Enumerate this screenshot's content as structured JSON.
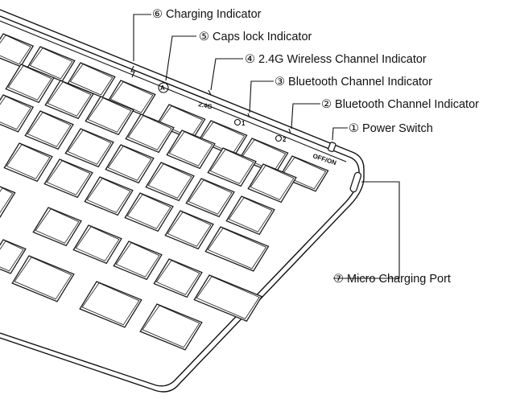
{
  "callouts": {
    "c6": "⑥ Charging Indicator",
    "c5": "⑤ Caps lock Indicator",
    "c4": "④ 2.4G Wireless Channel Indicator",
    "c3": "③ Bluetooth Channel Indicator",
    "c2": "② Bluetooth Channel Indicator",
    "c1": "① Power Switch",
    "c7": "⑦ Micro Charging Port"
  },
  "panel_labels": {
    "wireless": "2.4G",
    "bt1": "1",
    "bt2": "2",
    "power": "OFF/ON",
    "caps": "A"
  },
  "icons": {
    "charging": "lightning-icon",
    "caps": "caps-lock-icon",
    "bluetooth": "bluetooth-icon"
  },
  "colors": {
    "line": "#111111",
    "key_fill": "#ffffff"
  }
}
